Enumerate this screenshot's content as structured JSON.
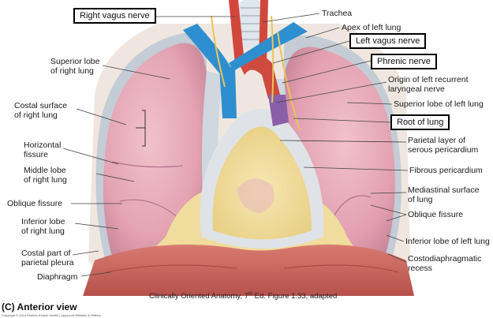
{
  "labels_left": {
    "superior_lobe_right": "Superior lobe\nof right lung",
    "costal_surface_right": "Costal surface\nof right lung",
    "horizontal_fissure": "Horizontal\nfissure",
    "middle_lobe_right": "Middle lobe\nof right lung",
    "oblique_fissure_left_side": "Oblique fissure",
    "inferior_lobe_right": "Inferior lobe\nof right lung",
    "costal_part_pleura": "Costal part of\nparietal pleura",
    "diaphragm": "Diaphragm"
  },
  "labels_right": {
    "trachea": "Trachea",
    "apex_left_lung": "Apex of left lung",
    "origin_recurrent": "Origin of left recurrent\nlaryngeal nerve",
    "superior_lobe_left": "Superior lobe of left lung",
    "parietal_pericardium": "Parietal layer of\nserous pericardium",
    "fibrous_pericardium": "Fibrous pericardium",
    "mediastinal_surface": "Mediastinal surface\nof lung",
    "oblique_fissure_right_side": "Oblique fissure",
    "inferior_lobe_left": "Inferior lobe of left lung",
    "costodiaphragmatic": "Costodiaphragmatic\nrecess"
  },
  "boxed_labels": {
    "right_vagus": "Right vagus nerve",
    "left_vagus": "Left vagus nerve",
    "phrenic": "Phrenic nerve",
    "root_of_lung": "Root of lung"
  },
  "caption": {
    "text_before": "Clinically Oriented Anatomy, 7",
    "sup": "th",
    "text_after": " Ed. Figure 1.33, adapted"
  },
  "view_label": "(C) Anterior view",
  "copyright": "Copyright © 2014 Wolters Kluwer Health | Lippincott Williams & Wilkins",
  "colors": {
    "lung": "#e8aab8",
    "lung_shade": "#d98fa3",
    "pleura": "#b9c4cf",
    "muscle": "#c9655d",
    "fat": "#f0dc9c",
    "vessel_blue": "#2e8fd0",
    "artery_red": "#d2473c",
    "nerve_yellow": "#e9c55a",
    "box_border": "#000000"
  }
}
